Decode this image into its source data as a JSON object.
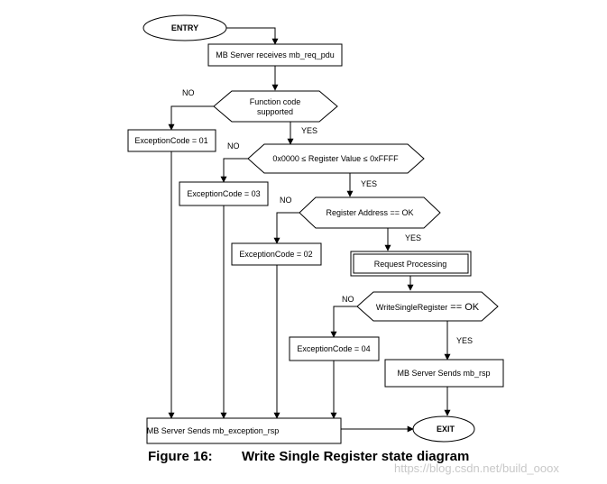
{
  "nodes": {
    "entry": "ENTRY",
    "receive": "MB Server receives mb_req_pdu",
    "function_code_line1": "Function code",
    "function_code_line2": "supported",
    "exception_01": "ExceptionCode = 01",
    "register_value": "0x0000 ≤ Register  Value ≤ 0xFFFF",
    "exception_03": "ExceptionCode = 03",
    "register_address": "Register Address == OK",
    "exception_02": "ExceptionCode = 02",
    "request_processing": "Request Processing",
    "write_single_register_name": "WriteSingleRegister",
    "write_single_register_rest": " == OK",
    "exception_04": "ExceptionCode = 04",
    "sends_rsp": "MB Server Sends mb_rsp",
    "sends_exception": "MB Server Sends mb_exception_rsp",
    "exit": "EXIT"
  },
  "labels": {
    "no": "NO",
    "yes": "YES"
  },
  "caption": {
    "figure": "Figure 16:",
    "title": "Write Single Register state diagram"
  },
  "watermark": "https://blog.csdn.net/build_ooox"
}
